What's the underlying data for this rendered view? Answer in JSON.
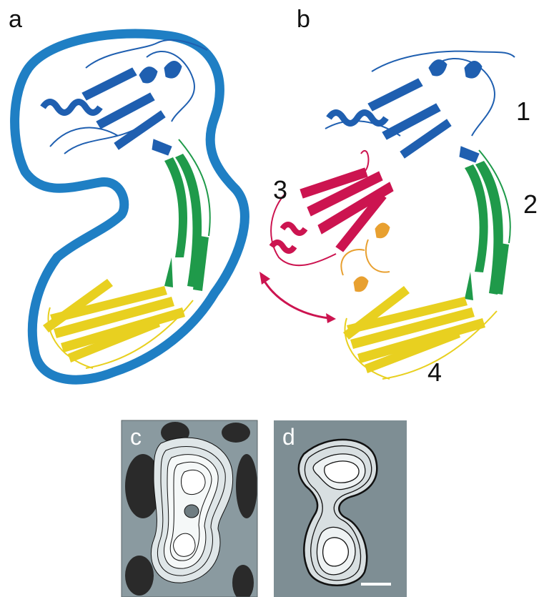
{
  "panels": {
    "a": "a",
    "b": "b",
    "c": "c",
    "d": "d"
  },
  "domain_labels": {
    "one": "1",
    "two": "2",
    "three": "3",
    "four": "4"
  },
  "colors": {
    "envelope": "#1f7fc4",
    "domain1": "#1f5fb0",
    "domain2": "#1f9a4a",
    "domain3": "#cc1450",
    "domain3b": "#e8a030",
    "domain4": "#e8d020",
    "arrow": "#cc1450",
    "map_bg_c": "#8a9aa0",
    "map_bg_d": "#7e8e94"
  }
}
